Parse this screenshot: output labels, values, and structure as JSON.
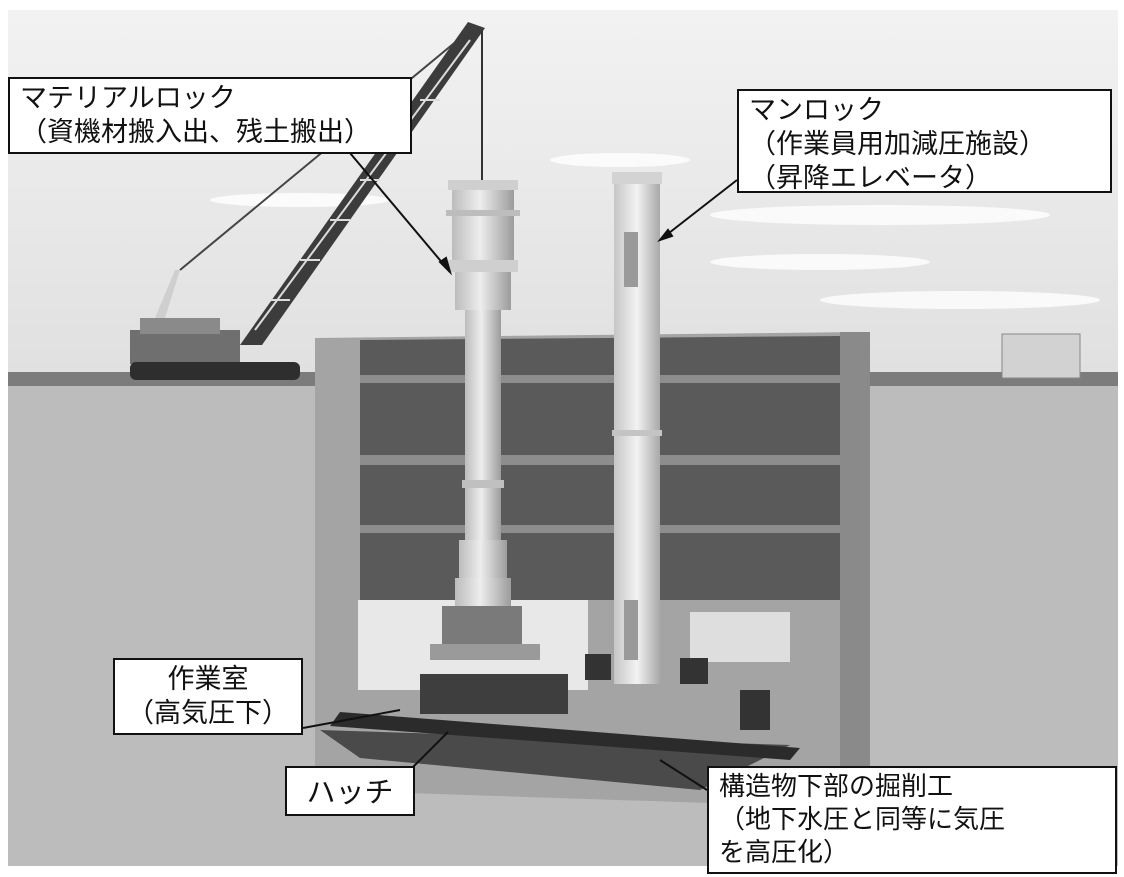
{
  "labels": {
    "material_lock": {
      "line1": "マテリアルロック",
      "line2": "（資機材搬入出、残土搬出）"
    },
    "man_lock": {
      "line1": "マンロック",
      "line2": "（作業員用加減圧施設）",
      "line3": "（昇降エレベータ）"
    },
    "work_room": {
      "line1": "作業室",
      "line2": "（高気圧下）"
    },
    "hatch": "ハッチ",
    "excavation": {
      "line1": "構造物下部の掘削工",
      "line2": "（地下水圧と同等に気圧",
      "line3": "を高圧化）"
    }
  },
  "colors": {
    "sky": "#ebebeb",
    "ground": "#bdbdbd",
    "shaft_wall": "#a3a3a3",
    "pipe": "#dcdcdc",
    "dark": "#3a3a3a"
  }
}
